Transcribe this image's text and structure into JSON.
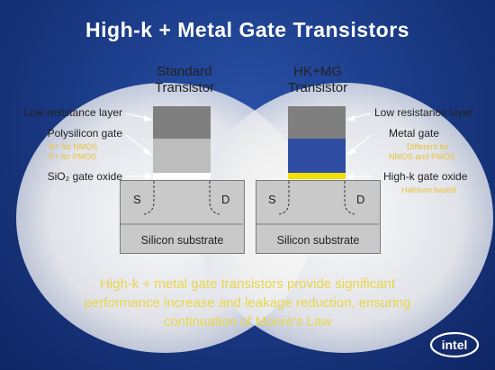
{
  "title": "High-k + Metal Gate Transistors",
  "standard": {
    "heading": "Standard\nTransistor",
    "labels": {
      "low_resistance": "Low resistance layer",
      "poly_gate": "Polysilicon gate",
      "poly_sub_1": "N+ for NMOS",
      "poly_sub_2": "P+ for PMOS",
      "oxide": "SiO₂ gate oxide"
    },
    "source": "S",
    "drain": "D",
    "substrate": "Silicon substrate"
  },
  "hkmg": {
    "heading": "HK+MG\nTransistor",
    "labels": {
      "low_resistance": "Low resistance layer",
      "metal_gate": "Metal gate",
      "metal_sub_1": "Different for",
      "metal_sub_2": "NMOS and PMOS",
      "oxide": "High-k gate oxide",
      "oxide_sub": "Hafnium based"
    },
    "source": "S",
    "drain": "D",
    "substrate": "Silicon substrate"
  },
  "bottom_text": "High-k + metal gate transistors provide significant performance increase and leakage reduction, ensuring continuation of Moore's Law",
  "logo": "intel",
  "colors": {
    "background": "#1c3d8a",
    "low_resistance": "#7f7f7f",
    "polysilicon": "#bdbdbd",
    "metal_gate": "#2f4ea3",
    "high_k": "#f1e000",
    "sio2": "#ffffff",
    "substrate": "#c9c9c9",
    "accent_text": "#e9c23a"
  }
}
